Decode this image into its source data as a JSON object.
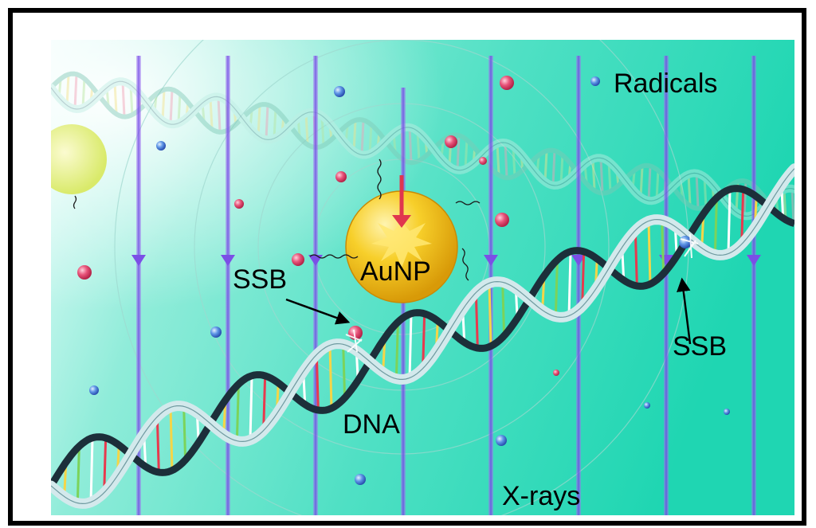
{
  "figure": {
    "labels": {
      "radicals": "Radicals",
      "aunp": "AuNP",
      "ssb_left": "SSB",
      "ssb_right": "SSB",
      "dna": "DNA",
      "xrays": "X-rays"
    },
    "colors": {
      "background_left": "#e6fbf8",
      "background_right": "#1dd8b2",
      "xray_beam": "#7b4fe6",
      "gold_particle": "#f2c21a",
      "dna_backbone": "#1c2f3a",
      "ribbon": "#cfe7ea",
      "radical_red": "#e0456a",
      "radical_blue": "#3f7fd8"
    }
  }
}
